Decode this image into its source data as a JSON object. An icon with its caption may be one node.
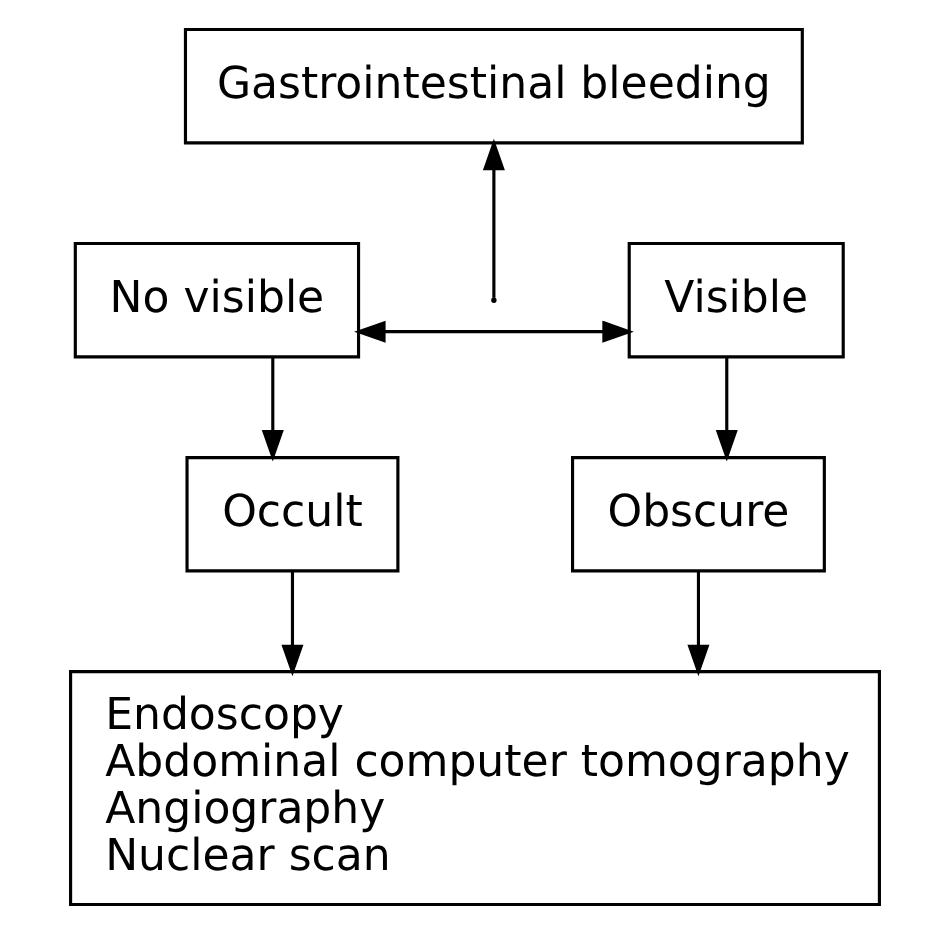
{
  "diagram": {
    "nodes": [
      {
        "text": [
          "Gastrointestinal bleeding"
        ]
      },
      {
        "text": [
          "No visible"
        ]
      },
      {
        "text": [
          "Visible"
        ]
      },
      {
        "text": [
          "Occult"
        ]
      },
      {
        "text": [
          "Obscure"
        ]
      },
      {
        "text": [
          "Endoscopy",
          "Abdominal computer tomography",
          "Angiography",
          "Nuclear scan"
        ]
      }
    ],
    "edges": [
      {
        "from": 1,
        "to": 2,
        "arrow": "both"
      },
      {
        "from": null,
        "to": 0,
        "arrow": "to"
      },
      {
        "from": 1,
        "to": 3,
        "arrow": "to"
      },
      {
        "from": 2,
        "to": 4,
        "arrow": "to"
      },
      {
        "from": 3,
        "to": 5,
        "arrow": "to"
      },
      {
        "from": 4,
        "to": 5,
        "arrow": "to"
      }
    ]
  }
}
